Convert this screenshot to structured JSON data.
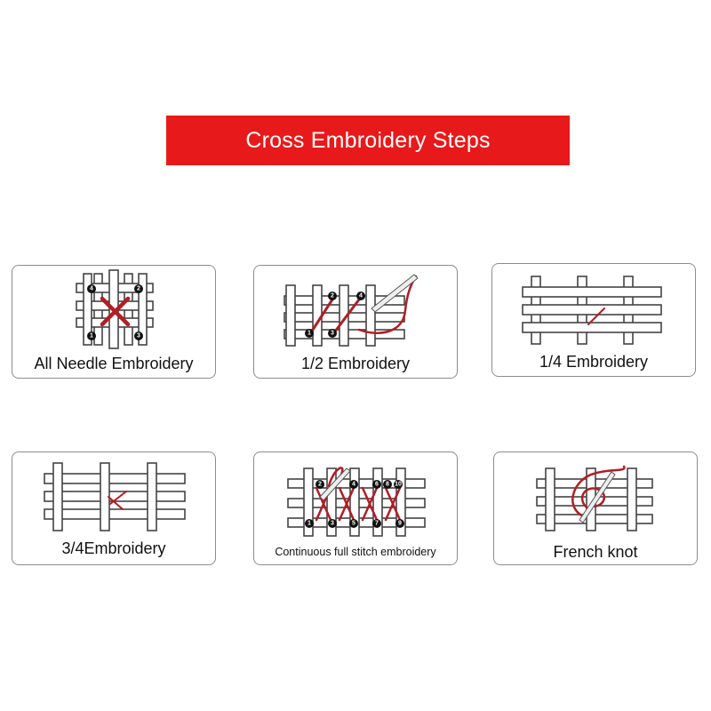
{
  "title": "Cross Embroidery Steps",
  "colors": {
    "banner": "#e8191a",
    "thread": "#b01e24",
    "border": "#8c8c8c"
  },
  "steps": [
    {
      "label": "All Needle Embroidery",
      "numbers": [
        "4",
        "2",
        "1",
        "3"
      ]
    },
    {
      "label": "1/2 Embroidery",
      "numbers": [
        "2",
        "4",
        "1",
        "3"
      ]
    },
    {
      "label": "1/4 Embroidery",
      "numbers": []
    },
    {
      "label": "3/4Embroidery",
      "numbers": []
    },
    {
      "label": "Continuous full stitch embroidery",
      "numbers": [
        "2",
        "4",
        "6",
        "8",
        "10",
        "1",
        "3",
        "5",
        "7",
        "9"
      ]
    },
    {
      "label": "French knot",
      "numbers": []
    }
  ]
}
